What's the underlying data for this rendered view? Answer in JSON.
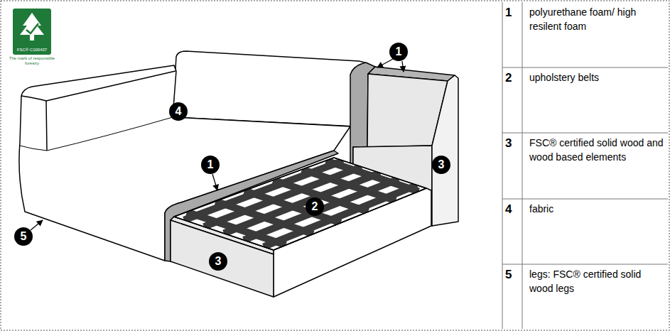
{
  "diagram": {
    "nodes": [
      {
        "text": [
          "FSC® C100437"
        ]
      },
      {
        "text": [
          "1"
        ]
      },
      {
        "text": [
          "4"
        ]
      },
      {
        "text": [
          "1"
        ]
      },
      {
        "text": [
          "3"
        ]
      },
      {
        "text": [
          "2"
        ]
      },
      {
        "text": [
          "5"
        ]
      },
      {
        "text": [
          "3"
        ]
      }
    ],
    "labels": [
      "The mark of responsible forestry",
      "1",
      "polyurethane foam/ high resilent foam",
      "2",
      "upholstery belts",
      "3",
      "FSC® certified solid wood and wood based elements",
      "4",
      "fabric",
      "5",
      "legs: FSC® certified solid wood legs"
    ]
  }
}
